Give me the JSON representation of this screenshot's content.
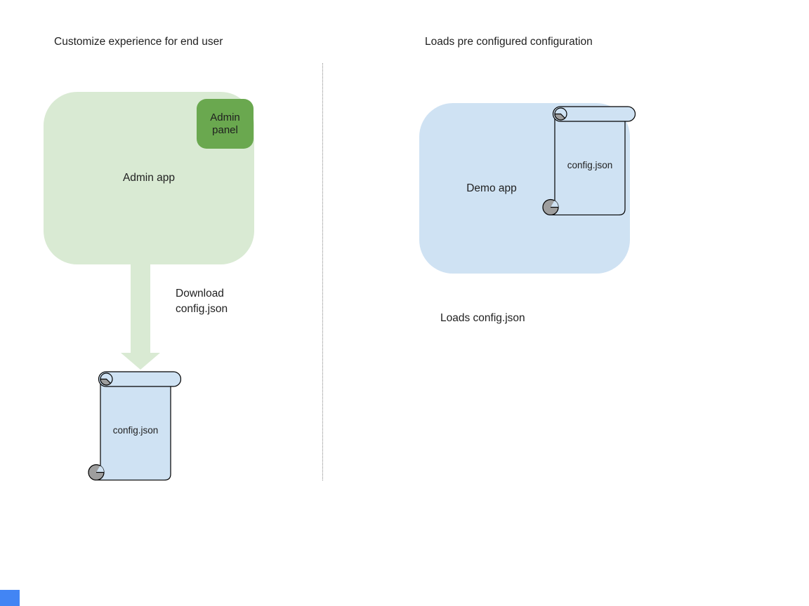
{
  "left_section": {
    "title": "Customize experience for end user",
    "admin_app": {
      "label": "Admin app",
      "panel_label": "Admin panel"
    },
    "arrow_label": "Download\nconfig.json",
    "config_file_label": "config.json"
  },
  "right_section": {
    "title": "Loads pre configured configuration",
    "demo_app": {
      "label": "Demo app"
    },
    "config_file_label": "config.json",
    "caption": "Loads config.json"
  },
  "colors": {
    "app_green_light": "#d9ead3",
    "panel_green": "#6aa84f",
    "app_blue_light": "#cfe2f3",
    "curl_gray": "#9e9e9e",
    "outline": "#000000",
    "divider_gray": "#888888",
    "corner_blue": "#4285f4",
    "text_black": "#1f1f1f"
  }
}
